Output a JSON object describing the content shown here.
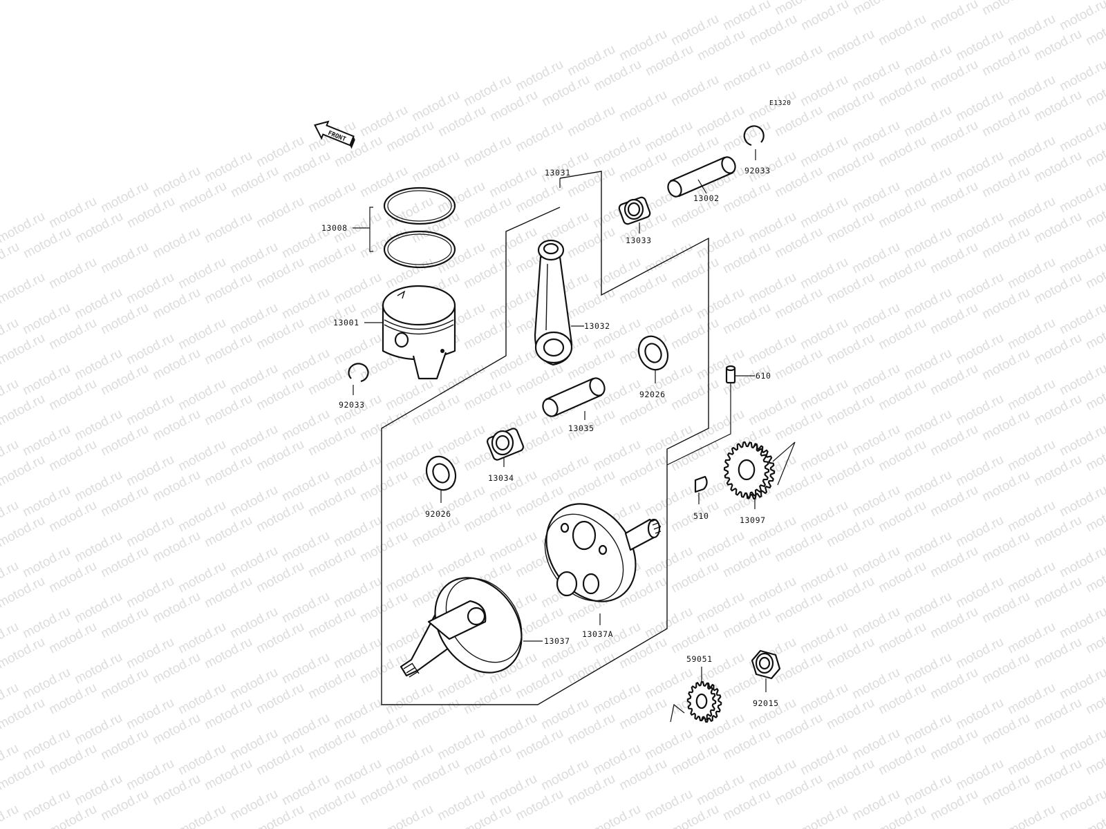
{
  "watermark": "motod.ru",
  "diagram_code": "E1320",
  "front_label": "FRONT",
  "labels": {
    "p13031": "13031",
    "p13008": "13008",
    "p13001": "13001",
    "p92033_left": "92033",
    "p13032": "13032",
    "p13033": "13033",
    "p13002": "13002",
    "p92033_right": "92033",
    "p92026_right": "92026",
    "p13035": "13035",
    "p13034": "13034",
    "p92026_left": "92026",
    "p610": "610",
    "p510": "510",
    "p13097": "13097",
    "p13037": "13037",
    "p13037A": "13037A",
    "p59051": "59051",
    "p92015": "92015"
  }
}
